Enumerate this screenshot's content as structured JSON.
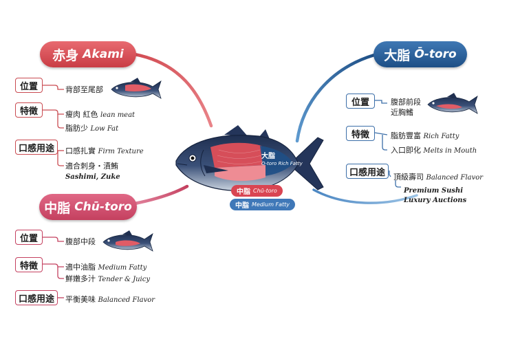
{
  "colors": {
    "akami": "#c93d45",
    "otoro": "#1e4f86",
    "chutoro": "#c4405f",
    "fish_body": "#2c3e63"
  },
  "akami": {
    "title_jp": "赤身",
    "title_en": "Akami",
    "position_tag": "位置",
    "position_text": "背部至尾部",
    "feature_tag": "特徵",
    "features": [
      {
        "jp": "瘦肉 紅色",
        "en": "lean meat"
      },
      {
        "jp": "脂肪少",
        "en": "Low Fat"
      }
    ],
    "use_tag": "口感用途",
    "uses": [
      {
        "jp": "口感扎實",
        "en": "Firm Texture"
      },
      {
        "jp": "適合刺身・漬鮪",
        "en": ""
      }
    ],
    "uses_en_line": "Sashimi, Zuke"
  },
  "otoro": {
    "title_jp": "大脂",
    "title_en": "Ō-toro",
    "position_tag": "位置",
    "position_text_1": "腹部前段",
    "position_text_2": "近胸鰭",
    "feature_tag": "特徵",
    "features": [
      {
        "jp": "脂肪豐富",
        "en": "Rich Fatty"
      },
      {
        "jp": "入口即化",
        "en": "Melts in Mouth"
      }
    ],
    "use_tag": "口感用途",
    "use_1": {
      "jp": "頂級壽司",
      "en": "Balanced Flavor"
    },
    "use_2_line_1": "Premium Sushi",
    "use_2_line_2": "Luxury Auctions"
  },
  "chutoro": {
    "title_jp": "中脂",
    "title_en": "Chū-toro",
    "position_tag": "位置",
    "position_text": "腹部中段",
    "feature_tag": "特徵",
    "features": [
      {
        "jp": "適中油脂",
        "en": "Medium Fatty"
      },
      {
        "jp": "鮮嫩多汁",
        "en": "Tender & Juicy"
      }
    ],
    "use_tag": "口感用途",
    "use_1": {
      "jp": "平衡美味",
      "en": "Balanced Flavor"
    }
  },
  "fish_labels": {
    "otoro_jp": "大脂",
    "otoro_en": "O-toro Rich Fatty",
    "chutoro_jp": "中脂",
    "chutoro_en": "Chū-toro",
    "medium_jp": "中脂",
    "medium_en": "Medium Fatty"
  }
}
